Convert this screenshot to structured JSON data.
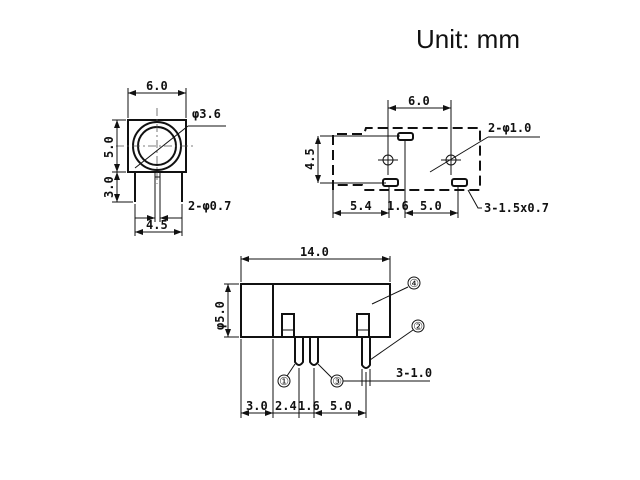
{
  "unit_label": "Unit: mm",
  "front_view": {
    "width": "6.0",
    "bore_dia": "φ3.6",
    "height": "5.0",
    "pin_length": "3.0",
    "pin_dia": "2-φ0.7",
    "pin_spacing": "4.5"
  },
  "bottom_view": {
    "hole_spacing": "6.0",
    "hole_dia": "2-φ1.0",
    "depth": "4.5",
    "dim_a": "5.4",
    "dim_b": "1.6",
    "dim_c": "5.0",
    "pad_size": "3-1.5x0.7"
  },
  "side_view": {
    "length": "14.0",
    "dia": "φ5.0",
    "callouts": [
      "①",
      "②",
      "③",
      "④"
    ],
    "pin_width": "3-1.0",
    "dim_a": "3.0",
    "dim_b": "2.4",
    "dim_c": "1.6",
    "dim_d": "5.0"
  }
}
